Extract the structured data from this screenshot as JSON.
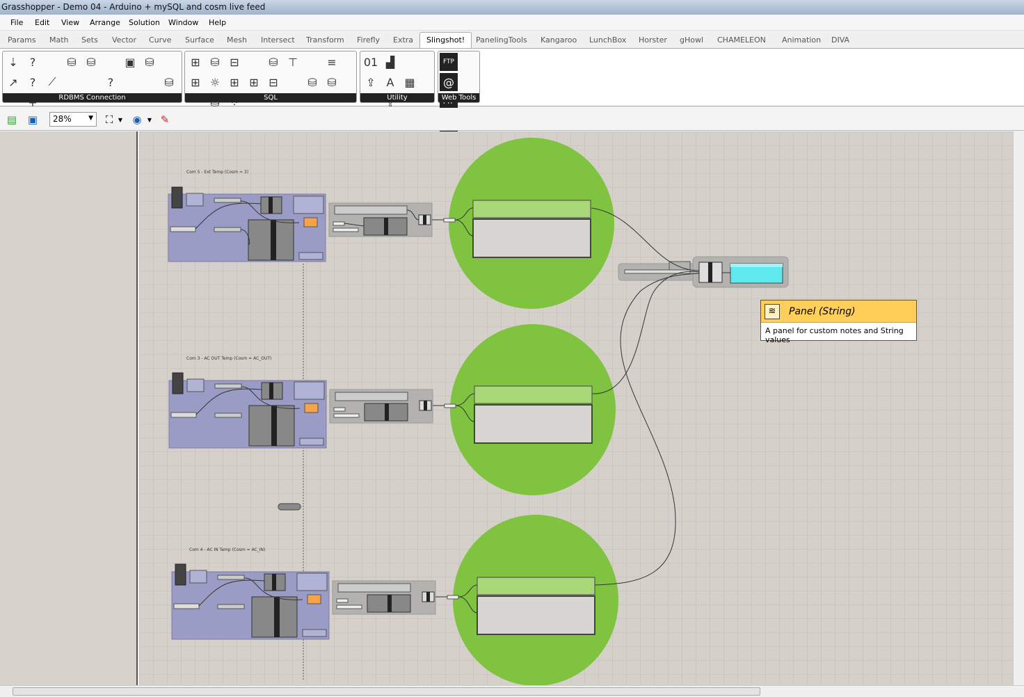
{
  "window": {
    "title": "Grasshopper - Demo 04 - Arduino + mySQL and cosm live feed"
  },
  "menu": [
    "File",
    "Edit",
    "View",
    "Arrange",
    "Solution",
    "Window",
    "Help"
  ],
  "tabs": [
    "Params",
    "Math",
    "Sets",
    "Vector",
    "Curve",
    "Surface",
    "Mesh",
    "Intersect",
    "Transform",
    "Firefly",
    "Extra",
    "Slingshot!",
    "PanelingTools",
    "Kangaroo",
    "LunchBox",
    "Horster",
    "gHowl",
    "CHAMELEON",
    "Animation",
    "DIVA"
  ],
  "active_tab": "Slingshot!",
  "ribbon_groups": [
    {
      "label": "RDBMS Connection"
    },
    {
      "label": "SQL"
    },
    {
      "label": "Utility"
    },
    {
      "label": "Web Tools"
    }
  ],
  "toolbar": {
    "zoom": "28%"
  },
  "canvas": {
    "groups": [
      {
        "label": "Com 5 - Ext Temp (Cosm = 3)"
      },
      {
        "label": "Com 3 - AC OUT Temp (Cosm = AC_OUT)"
      },
      {
        "label": "Com 4 - AC IN Temp (Cosm = AC_IN)"
      }
    ]
  },
  "tooltip": {
    "title": "Panel (String)",
    "description": "A panel for custom notes and String values"
  },
  "colors": {
    "group_bg": "#9a9cc6",
    "circle": "#7fc341",
    "panel_green": "#a8d878",
    "panel_cyan": "#5fe8ee",
    "orange": "#f5a34a",
    "tooltip": "#ffcf5a"
  }
}
